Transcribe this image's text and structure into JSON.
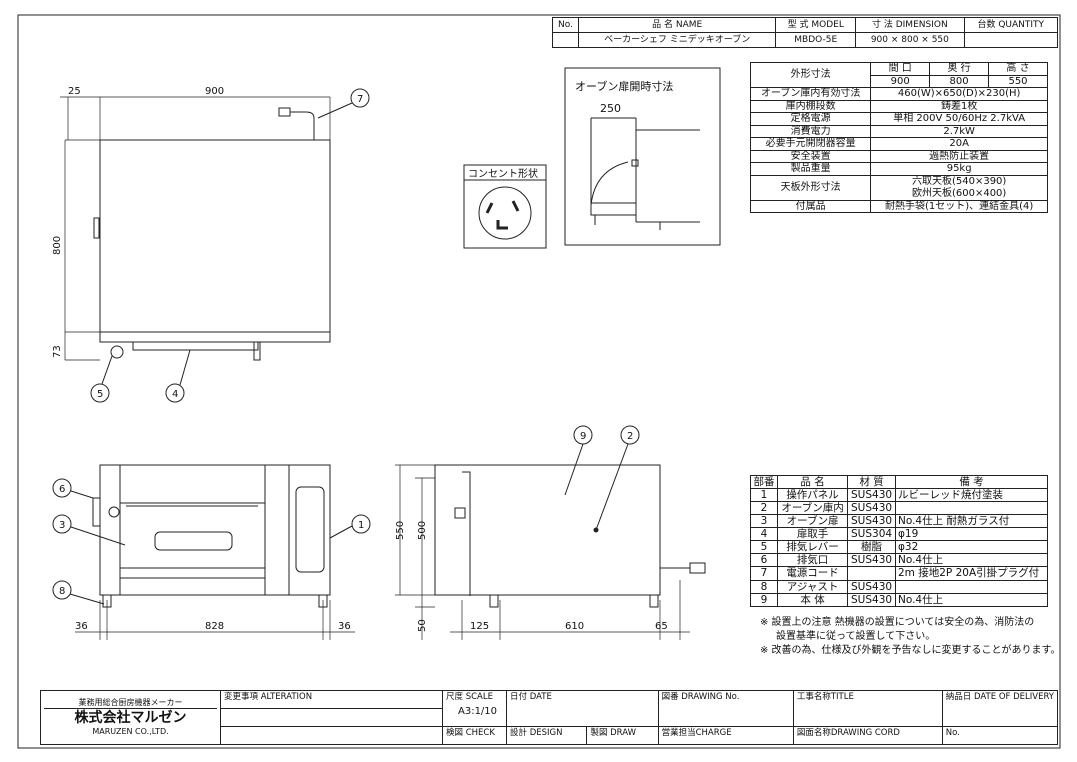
{
  "header": {
    "cols": [
      "No.",
      "品 名 NAME",
      "型 式 MODEL",
      "寸 法 DIMENSION",
      "台数 QUANTITY"
    ],
    "name": "ベーカーシェフ ミニデッキオーブン",
    "model": "MBDO-5E",
    "dimension": "900 × 800 × 550",
    "quantity": ""
  },
  "spec": {
    "outer_label": "外形寸法",
    "outer_heads": [
      "間 口",
      "奥 行",
      "高 さ"
    ],
    "outer_vals": [
      "900",
      "800",
      "550"
    ],
    "rows": [
      {
        "k": "オーブン庫内有効寸法",
        "v": "460(W)×650(D)×230(H)"
      },
      {
        "k": "庫内棚段数",
        "v": "鋳差1枚"
      },
      {
        "k": "定格電源",
        "v": "単相 200V 50/60Hz 2.7kVA"
      },
      {
        "k": "消費電力",
        "v": "2.7kW"
      },
      {
        "k": "必要手元開閉器容量",
        "v": "20A"
      },
      {
        "k": "安全装置",
        "v": "過熱防止装置"
      },
      {
        "k": "製品重量",
        "v": "95kg"
      }
    ],
    "tray_label": "天板外形寸法",
    "tray_vals": [
      "六取天板(540×390)",
      "欧州天板(600×400)"
    ],
    "acc_label": "付属品",
    "acc_val": "耐熱手袋(1セット)、連結金具(4)"
  },
  "parts": {
    "heads": [
      "部番",
      "品 名",
      "材 質",
      "備 考"
    ],
    "rows": [
      [
        "1",
        "操作パネル",
        "SUS430",
        "ルビーレッド焼付塗装"
      ],
      [
        "2",
        "オーブン庫内",
        "SUS430",
        ""
      ],
      [
        "3",
        "オーブン扉",
        "SUS430",
        "No.4仕上 耐熱ガラス付"
      ],
      [
        "4",
        "扉取手",
        "SUS304",
        "φ19"
      ],
      [
        "5",
        "排気レバー",
        "樹脂",
        "φ32"
      ],
      [
        "6",
        "排気口",
        "SUS430",
        "No.4仕上"
      ],
      [
        "7",
        "電源コード",
        "",
        "2m 接地2P 20A引掛プラグ付"
      ],
      [
        "8",
        "アジャスト",
        "SUS430",
        ""
      ],
      [
        "9",
        "本 体",
        "SUS430",
        "No.4仕上"
      ]
    ]
  },
  "notes": [
    "※ 設置上の注意 熱機器の設置については安全の為、消防法の",
    "設置基準に従って設置して下さい。",
    "※ 改善の為、仕様及び外観を予告なしに変更することがあります。"
  ],
  "outlet": {
    "title": "コンセント形状"
  },
  "door_open": {
    "title": "オーブン扉開時寸法",
    "dim": "250"
  },
  "dims": {
    "top_25": "25",
    "top_900": "900",
    "top_800": "800",
    "top_73": "73",
    "front_36a": "36",
    "front_828": "828",
    "front_36b": "36",
    "side_550": "550",
    "side_500": "500",
    "side_50": "50",
    "side_125": "125",
    "side_610": "610",
    "side_65": "65"
  },
  "balloons": {
    "b1": "1",
    "b2": "2",
    "b3": "3",
    "b4": "4",
    "b5": "5",
    "b6": "6",
    "b7": "7",
    "b8": "8",
    "b9": "9"
  },
  "title_block": {
    "maker_tag": "業務用総合厨房機器メーカー",
    "company": "株式会社マルゼン",
    "company_en": "MARUZEN CO.,LTD.",
    "alteration": "変更事項 ALTERATION",
    "scale_label": "尺度 SCALE",
    "scale": "A3:1/10",
    "date": "日付 DATE",
    "drawing_no": "図番 DRAWING No.",
    "title": "工事名称TITLE",
    "delivery": "納品日 DATE OF DELIVERY",
    "check": "検図 CHECK",
    "design": "設計 DESIGN",
    "draw": "製図 DRAW",
    "charge": "営業担当CHARGE",
    "drawing_cord": "図面名称DRAWING CORD",
    "no": "No."
  }
}
